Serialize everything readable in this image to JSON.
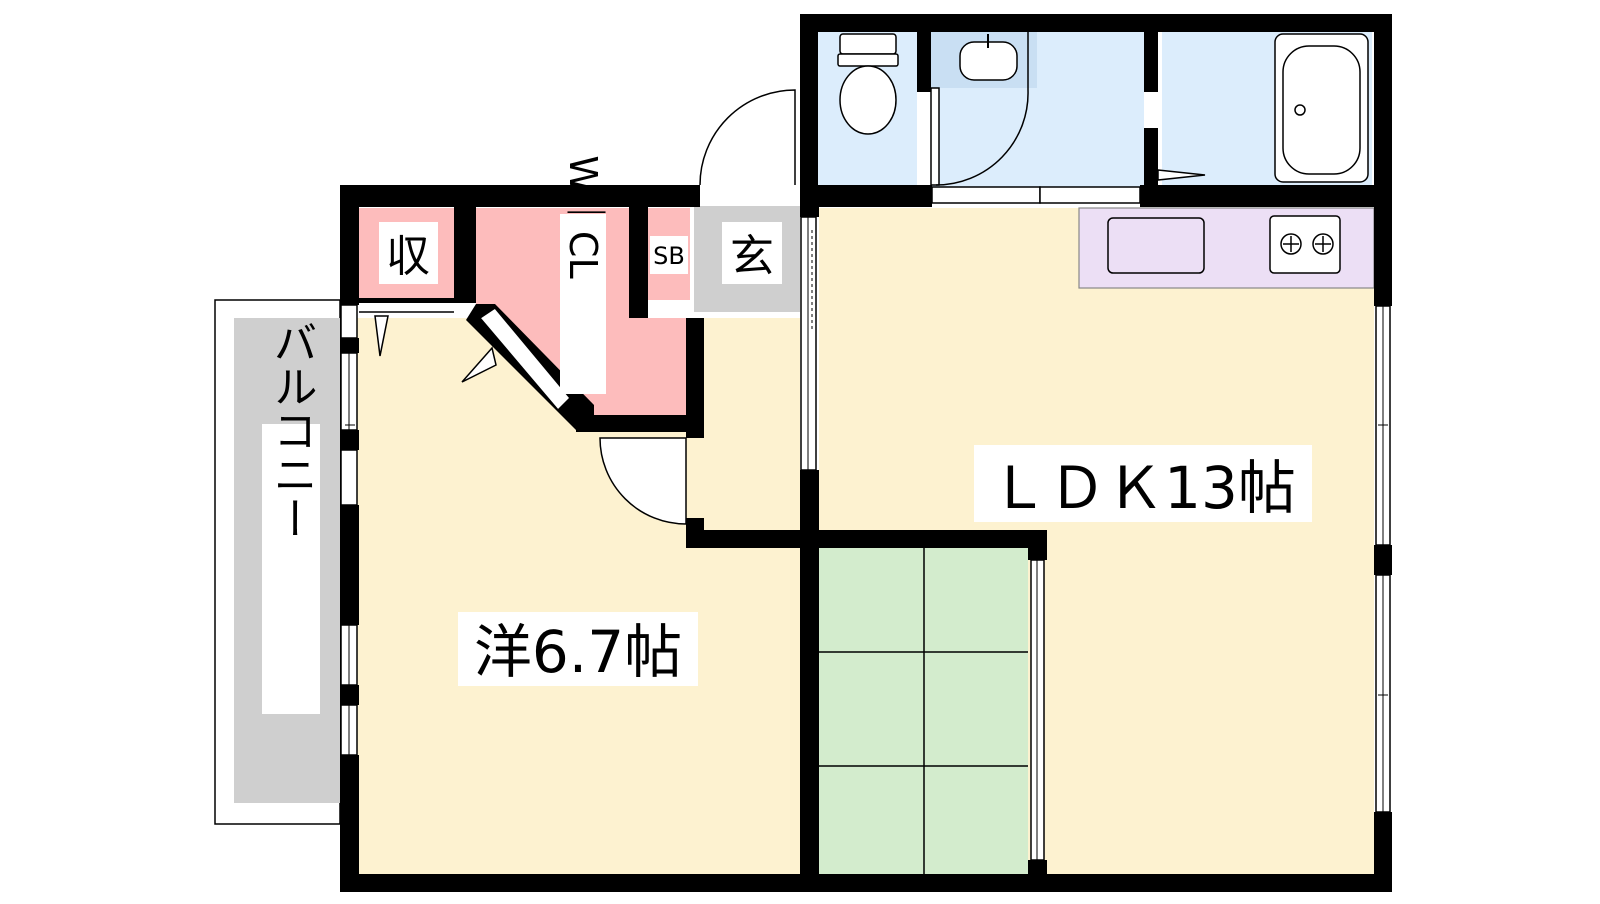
{
  "rooms": {
    "western": {
      "label": "洋6.7帖"
    },
    "ldk": {
      "label": "ＬＤＫ13帖"
    },
    "storage": {
      "label": "収"
    },
    "wic": {
      "label": "W｜CL"
    },
    "shoe_box": {
      "label": "SB"
    },
    "entrance": {
      "label": "玄"
    },
    "balcony": {
      "label": "バルコニー"
    }
  },
  "colors": {
    "wall": "#000000",
    "western_floor": "#fdf2d0",
    "ldk_floor": "#fdf2d0",
    "storage_pink": "#fdbcbc",
    "entrance_gray": "#cfcfcf",
    "wet_area_blue": "#dcedfc",
    "kitchen_lavender": "#ecdff5",
    "tatami_green": "#d3eccd",
    "balcony_gray": "#cfcfcf"
  }
}
